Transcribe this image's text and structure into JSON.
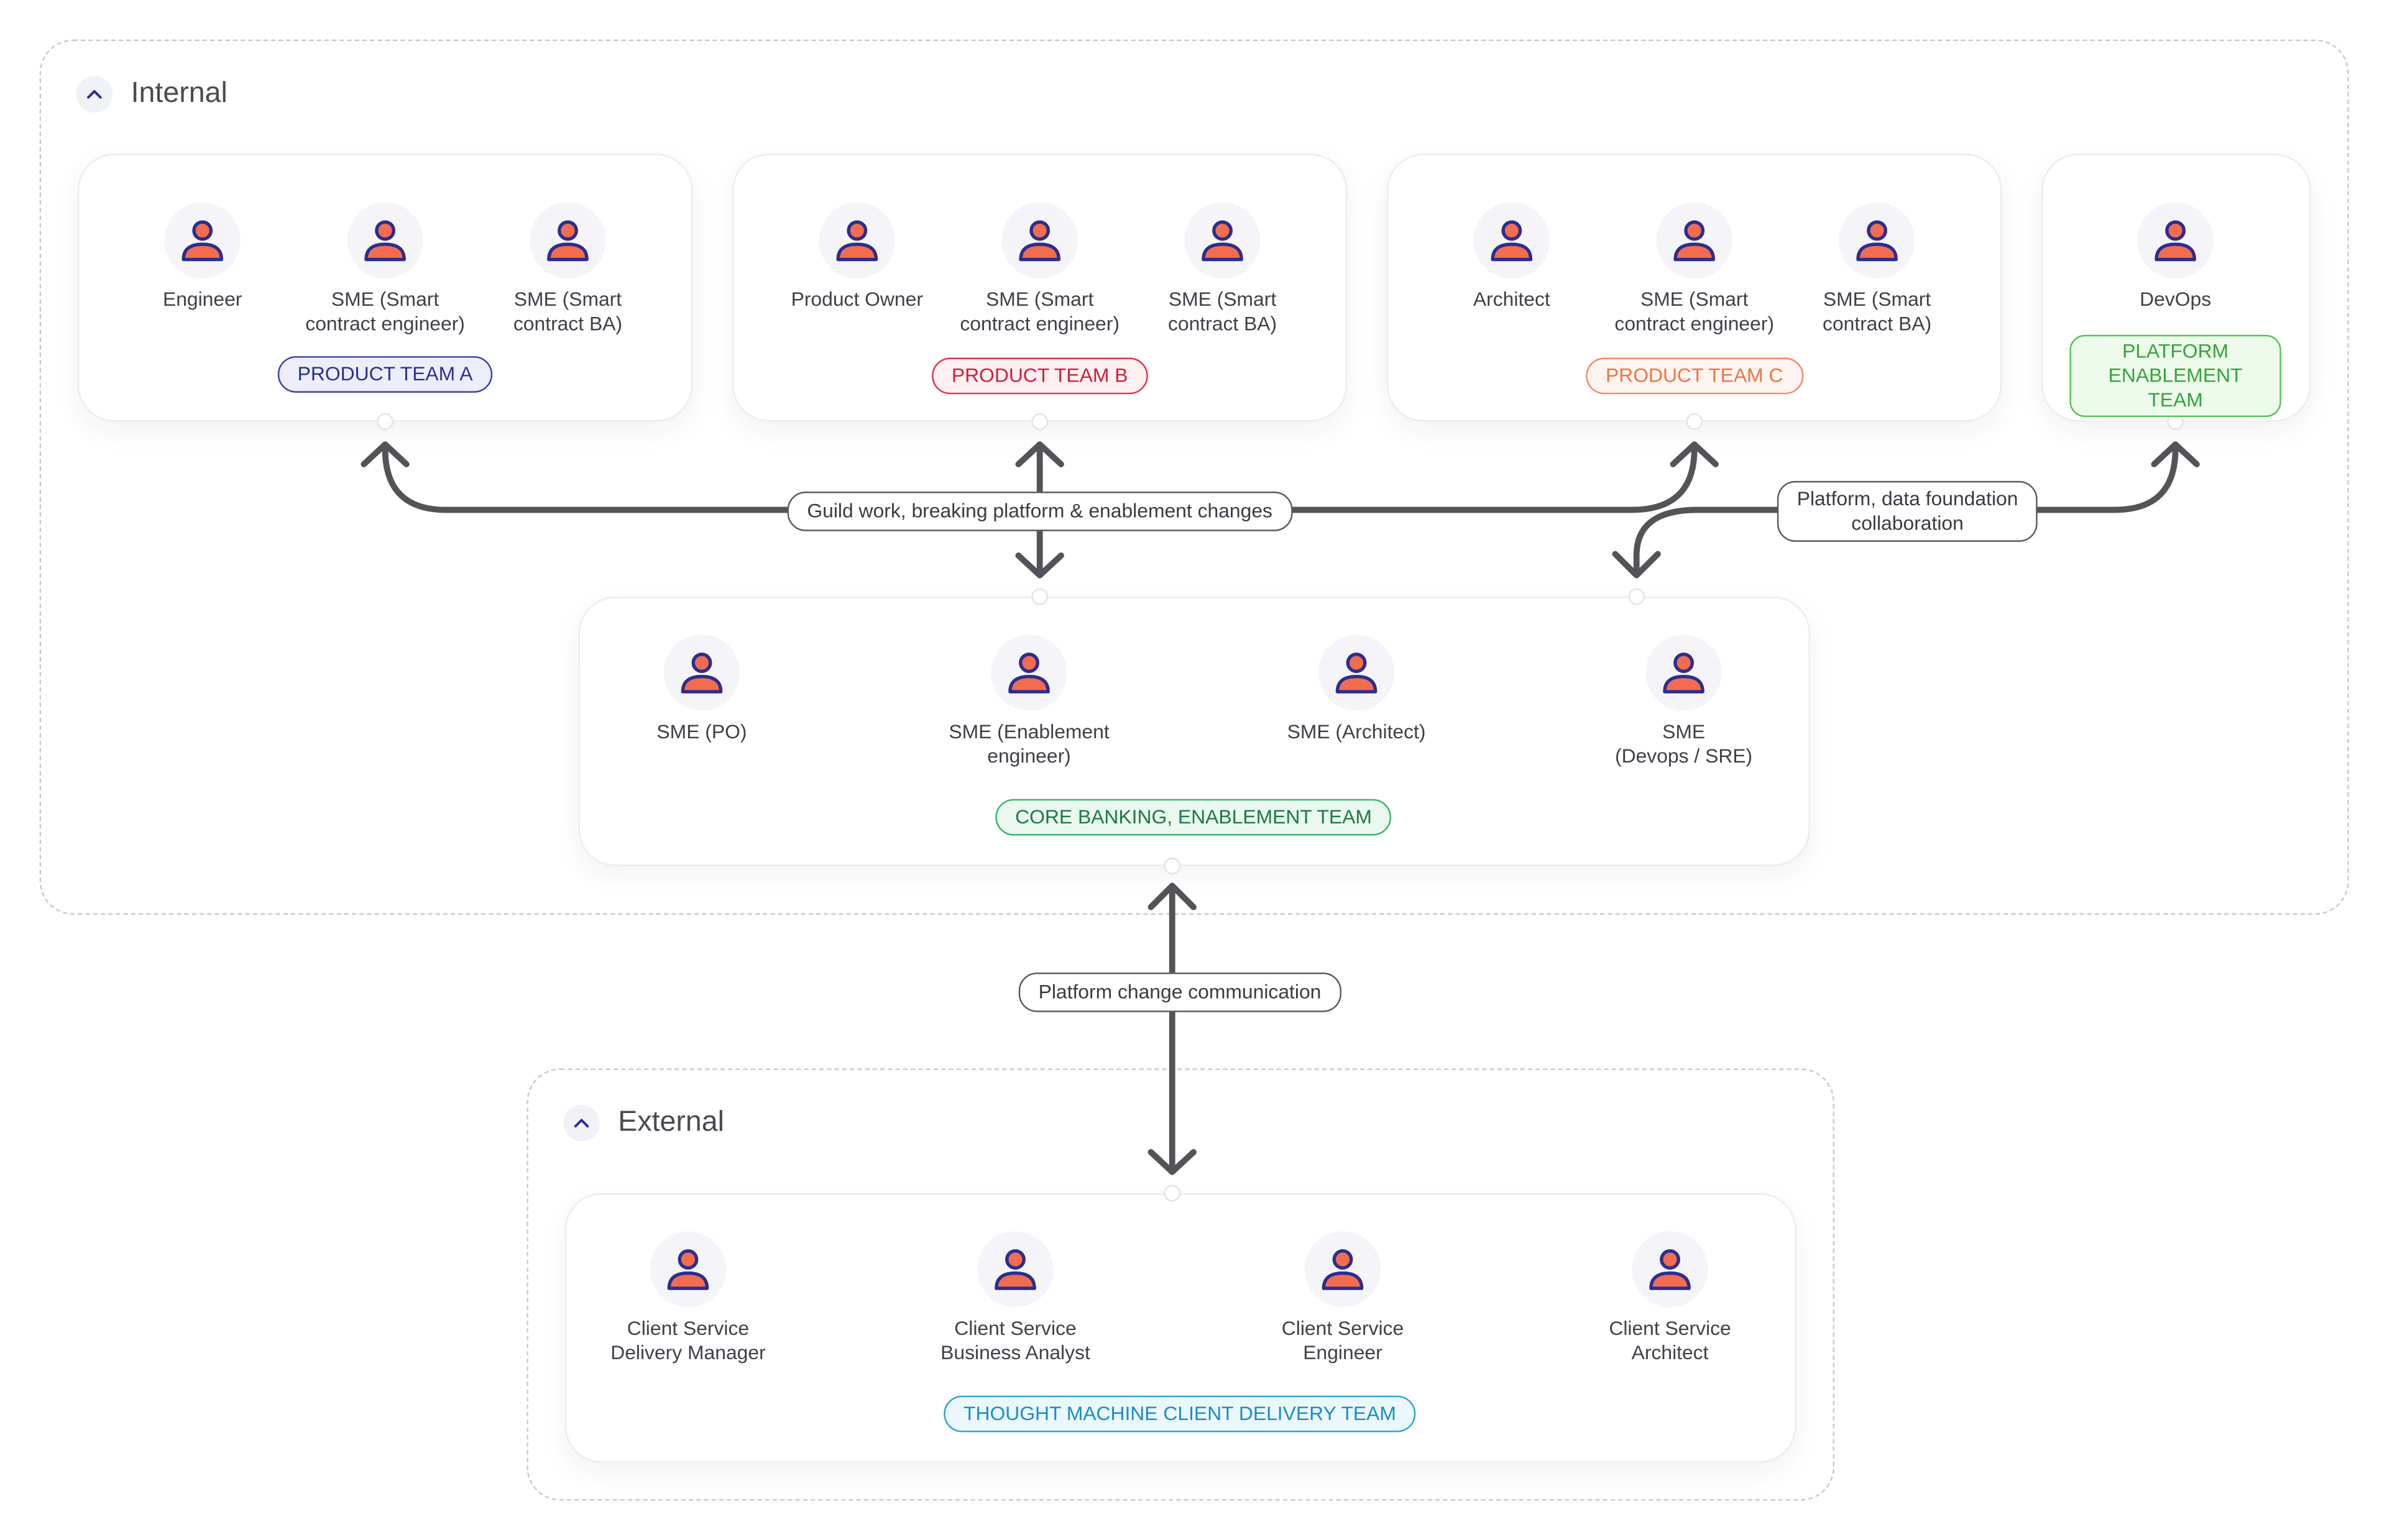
{
  "groups": {
    "internal": {
      "title": "Internal"
    },
    "external": {
      "title": "External"
    }
  },
  "teams": {
    "team_a": {
      "label": "PRODUCT TEAM A",
      "members": [
        "Engineer",
        "SME (Smart\ncontract engineer)",
        "SME (Smart\ncontract BA)"
      ]
    },
    "team_b": {
      "label": "PRODUCT TEAM B",
      "members": [
        "Product Owner",
        "SME (Smart\ncontract engineer)",
        "SME (Smart\ncontract BA)"
      ]
    },
    "team_c": {
      "label": "PRODUCT TEAM C",
      "members": [
        "Architect",
        "SME (Smart\ncontract engineer)",
        "SME (Smart\ncontract BA)"
      ]
    },
    "platform": {
      "label": "PLATFORM\nENABLEMENT TEAM",
      "members": [
        "DevOps"
      ]
    },
    "core": {
      "label": "CORE BANKING, ENABLEMENT TEAM",
      "members": [
        "SME (PO)",
        "SME (Enablement\nengineer)",
        "SME (Architect)",
        "SME\n(Devops / SRE)"
      ]
    },
    "tm": {
      "label": "THOUGHT MACHINE CLIENT DELIVERY TEAM",
      "members": [
        "Client Service\nDelivery Manager",
        "Client Service\nBusiness Analyst",
        "Client Service\nEngineer",
        "Client Service\nArchitect"
      ]
    }
  },
  "edges": {
    "guild": "Guild work, breaking platform & enablement changes",
    "platform_data": "Platform, data foundation\ncollaboration",
    "platform_change": "Platform change communication"
  },
  "icons": {
    "person": "person-icon",
    "collapse": "chevron-up-icon",
    "arrow": "double-headed-arrow"
  },
  "colors": {
    "person_head": "#f26d4f",
    "person_outline": "#2b2d8f",
    "connector": "#545458",
    "team_a": "#2b2f95",
    "team_b": "#cf1f3c",
    "team_c": "#ee7444",
    "platform": "#33a53a",
    "core": "#1d7a44",
    "thought_machine": "#1a8ec3"
  }
}
